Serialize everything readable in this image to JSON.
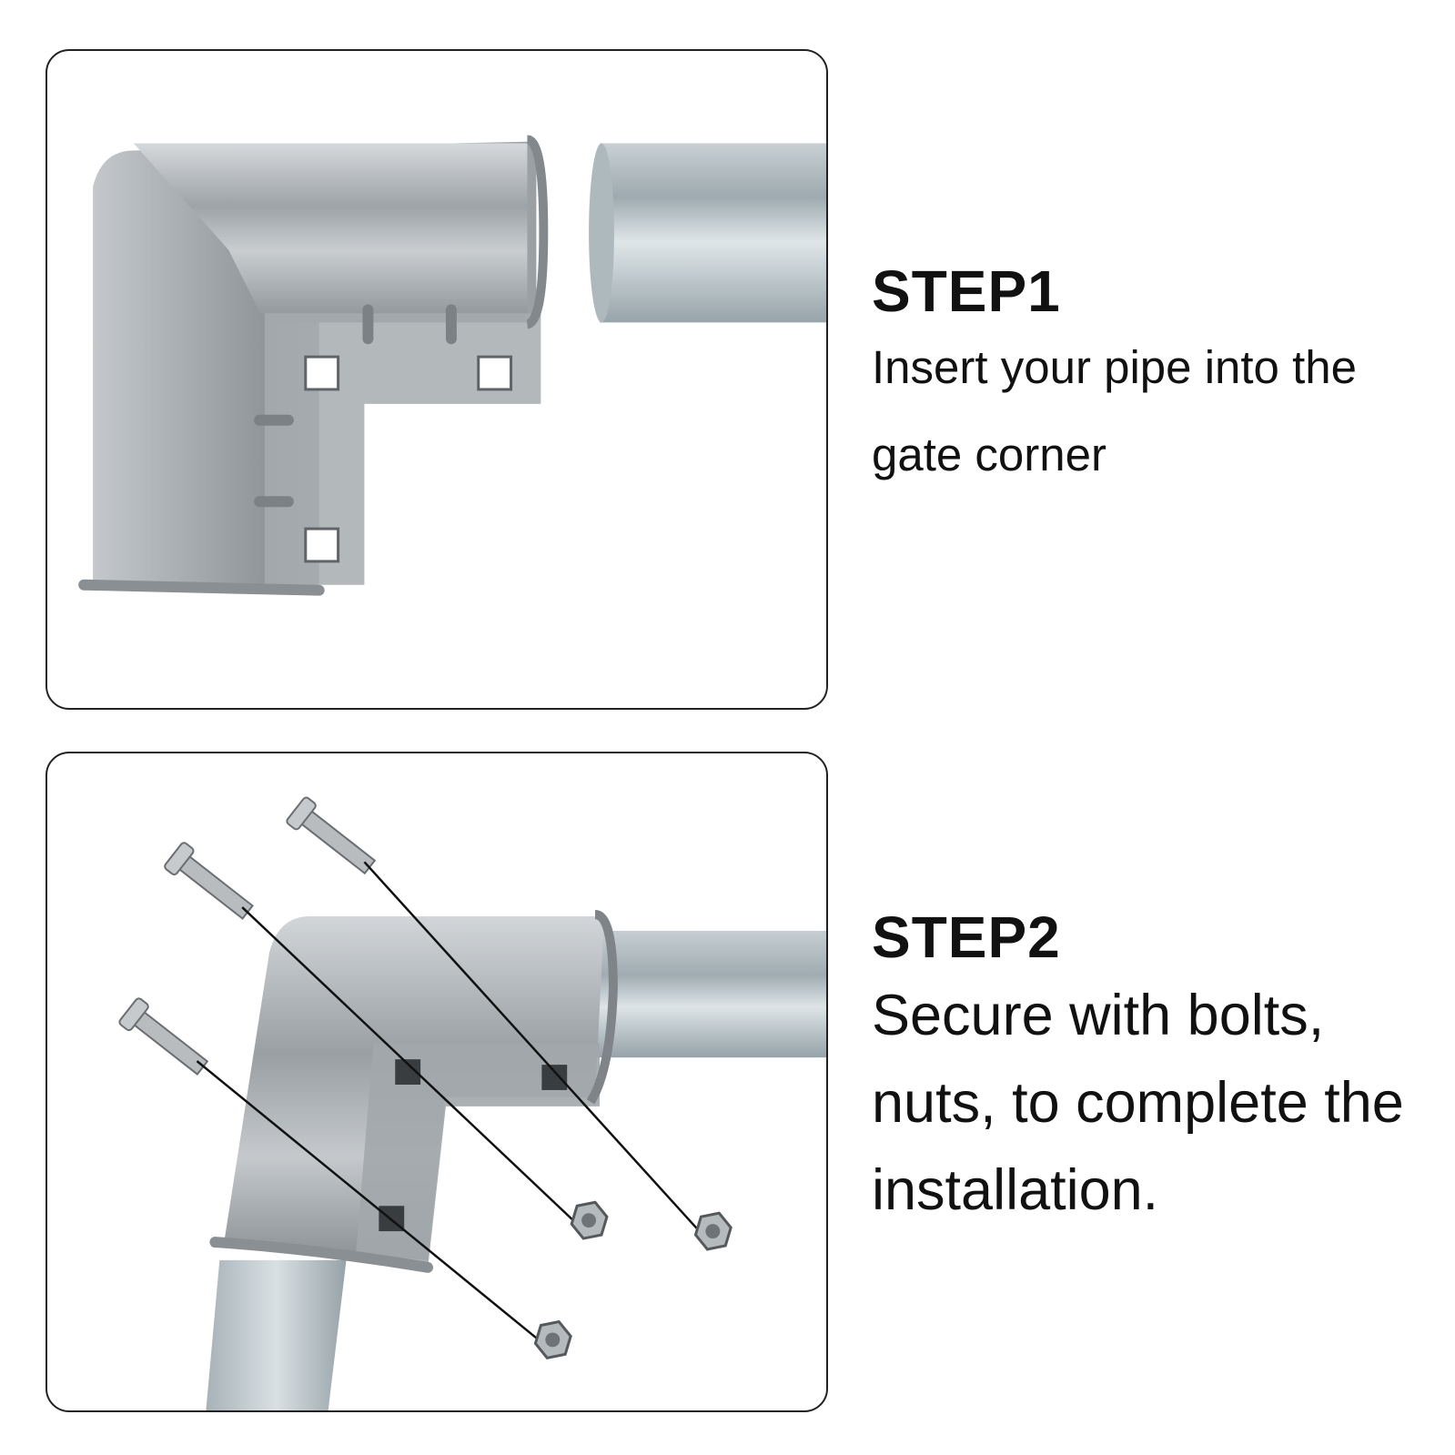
{
  "steps": [
    {
      "title": "STEP1",
      "description": "Insert your pipe into the gate corner"
    },
    {
      "title": "STEP2",
      "description": "Secure with bolts, nuts, to complete the installation."
    }
  ],
  "colors": {
    "panel_border": "#222222",
    "text": "#111111",
    "metal": "#a9aeb2",
    "pipe": "#b9c4c9"
  }
}
